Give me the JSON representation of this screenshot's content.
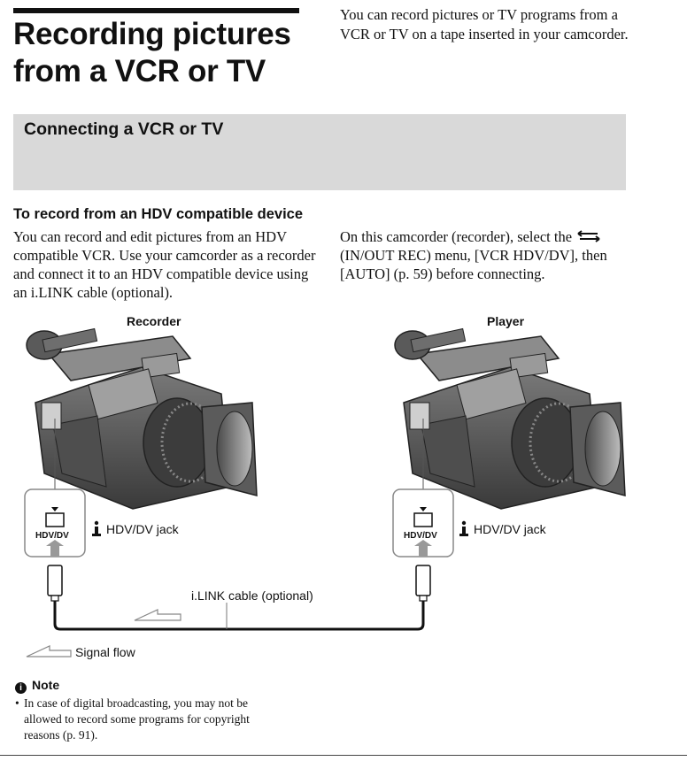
{
  "header": {
    "title": "Recording pictures from a VCR or TV",
    "intro": "You can record pictures or TV programs from a VCR or TV on a tape inserted in your camcorder."
  },
  "section": {
    "title": "Connecting a VCR or TV"
  },
  "subsection": {
    "heading": "To record from an HDV compatible device",
    "body_left": "You can record and edit pictures from an HDV compatible VCR. Use your camcorder as a recorder and connect it to an HDV compatible device using an i.LINK cable (optional).",
    "body_right_before_icon": "On this camcorder (recorder), select the",
    "body_right_after_icon": "(IN/OUT REC) menu, [VCR HDV/DV], then [AUTO] (p. 59) before connecting.",
    "menu_icon": "in-out-rec-arrows-icon"
  },
  "diagram": {
    "recorder_label": "Recorder",
    "player_label": "Player",
    "jack_text": "HDV/DV",
    "jack_label": "HDV/DV jack",
    "cable_label": "i.LINK cable (optional)",
    "signal_label": "Signal flow",
    "ilink_icon": "ilink-icon"
  },
  "note": {
    "heading": "Note",
    "icon": "note-icon",
    "bullet": "•",
    "text": "In case of digital broadcasting, you may not be allowed to record some programs for copyright reasons (p. 91)."
  }
}
